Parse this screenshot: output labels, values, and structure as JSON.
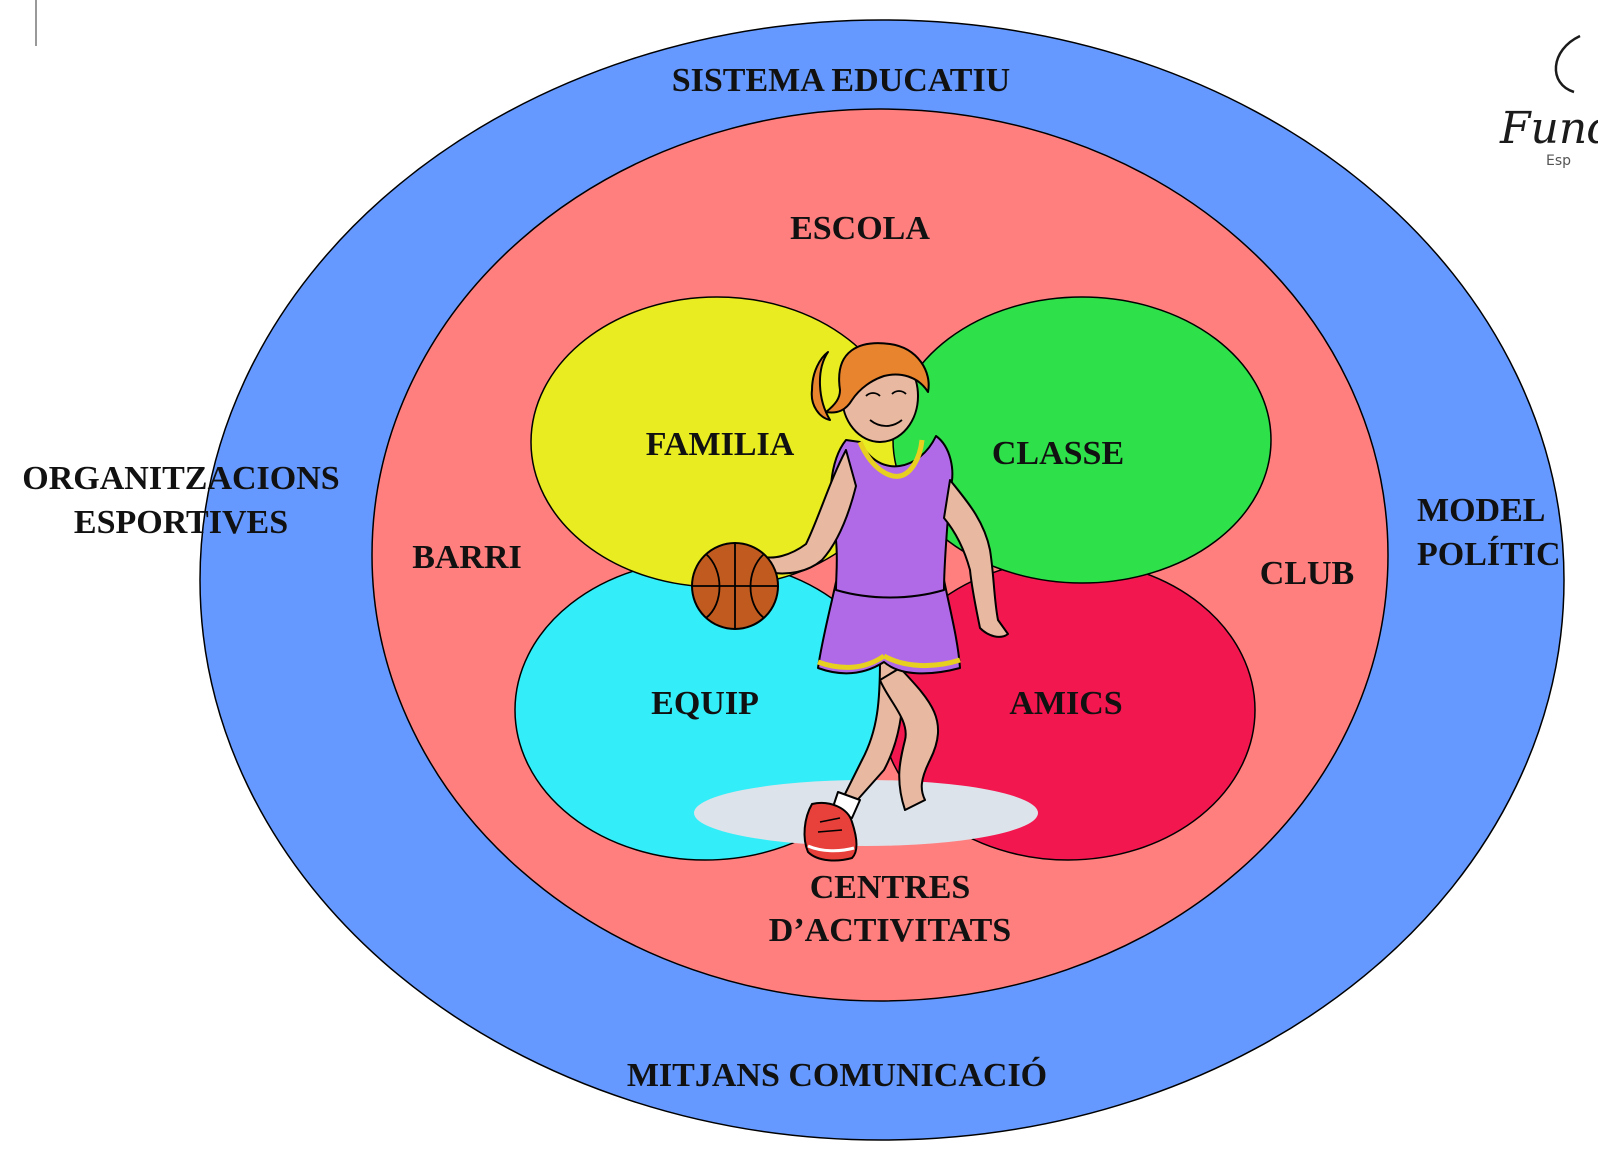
{
  "colors": {
    "outer_ring": "#6699FF",
    "middle_ring": "#FF7F7F",
    "familia": "#E8EC20",
    "classe": "#2EE04A",
    "equip": "#33EEF8",
    "amics": "#F2174E",
    "floor_shadow": "#DDE3EA"
  },
  "labels": {
    "sistema_educatiu": "SISTEMA EDUCATIU",
    "escola": "ESCOLA",
    "familia": "FAMILIA",
    "classe": "CLASSE",
    "equip": "EQUIP",
    "amics": "AMICS",
    "barri": "BARRI",
    "club": "CLUB",
    "centres_line1": "CENTRES",
    "centres_line2": "D’ACTIVITATS",
    "organitzacions_line1": "ORGANITZACIONS",
    "organitzacions_line2": "ESPORTIVES",
    "model_line1": "MODEL",
    "model_line2": "POLÍTIC",
    "mitjans": "MITJANS COMUNICACIÓ"
  },
  "logo": {
    "text": "Fund",
    "subtext": "Esp"
  },
  "figure": "basketball-player-clipart"
}
